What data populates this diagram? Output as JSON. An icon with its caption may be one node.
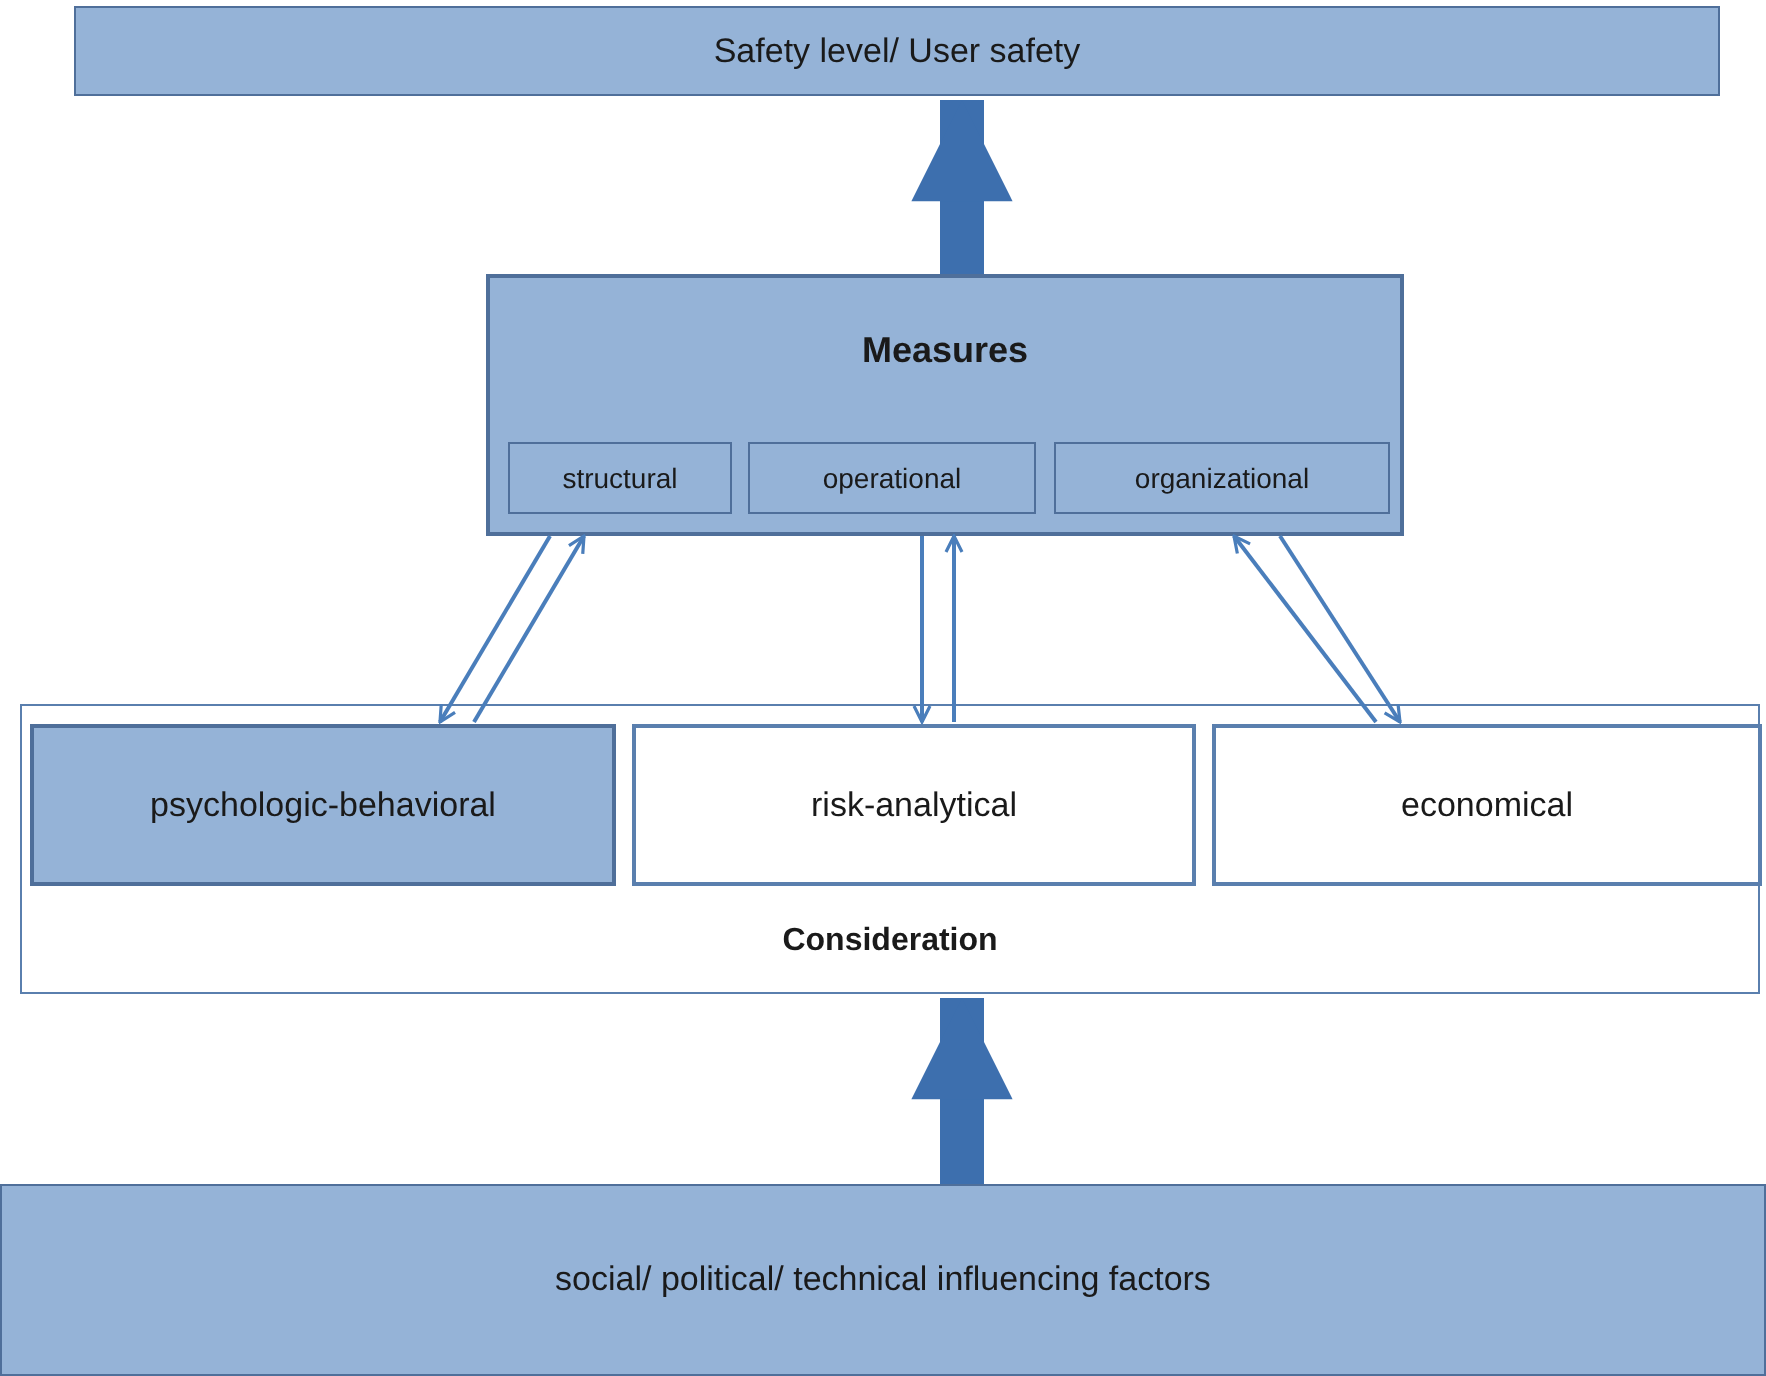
{
  "diagram": {
    "nodes": [
      {
        "text": [
          "Safety level/ User safety"
        ]
      },
      {
        "text": [
          "Measures"
        ]
      },
      {
        "text": [
          "structural"
        ],
        "in": 1
      },
      {
        "text": [
          "operational"
        ],
        "in": 1
      },
      {
        "text": [
          "organizational"
        ],
        "in": 1
      },
      {
        "text": [
          "Consideration"
        ]
      },
      {
        "text": [
          "psychologic-behavioral"
        ],
        "in": 5
      },
      {
        "text": [
          "risk-analytical"
        ],
        "in": 5
      },
      {
        "text": [
          "economical"
        ],
        "in": 5
      },
      {
        "text": [
          "social/ political/ technical influencing factors"
        ]
      }
    ],
    "edges": [
      {
        "from": 1,
        "to": 0,
        "arrow": "to",
        "style": "thick"
      },
      {
        "from": 9,
        "to": 5,
        "arrow": "to",
        "style": "thick"
      },
      {
        "from": 1,
        "to": 6,
        "arrow": "to"
      },
      {
        "from": 6,
        "to": 1,
        "arrow": "to"
      },
      {
        "from": 1,
        "to": 7,
        "arrow": "to"
      },
      {
        "from": 7,
        "to": 1,
        "arrow": "to"
      },
      {
        "from": 8,
        "to": 1,
        "arrow": "to"
      },
      {
        "from": 1,
        "to": 8,
        "arrow": "to"
      }
    ]
  }
}
